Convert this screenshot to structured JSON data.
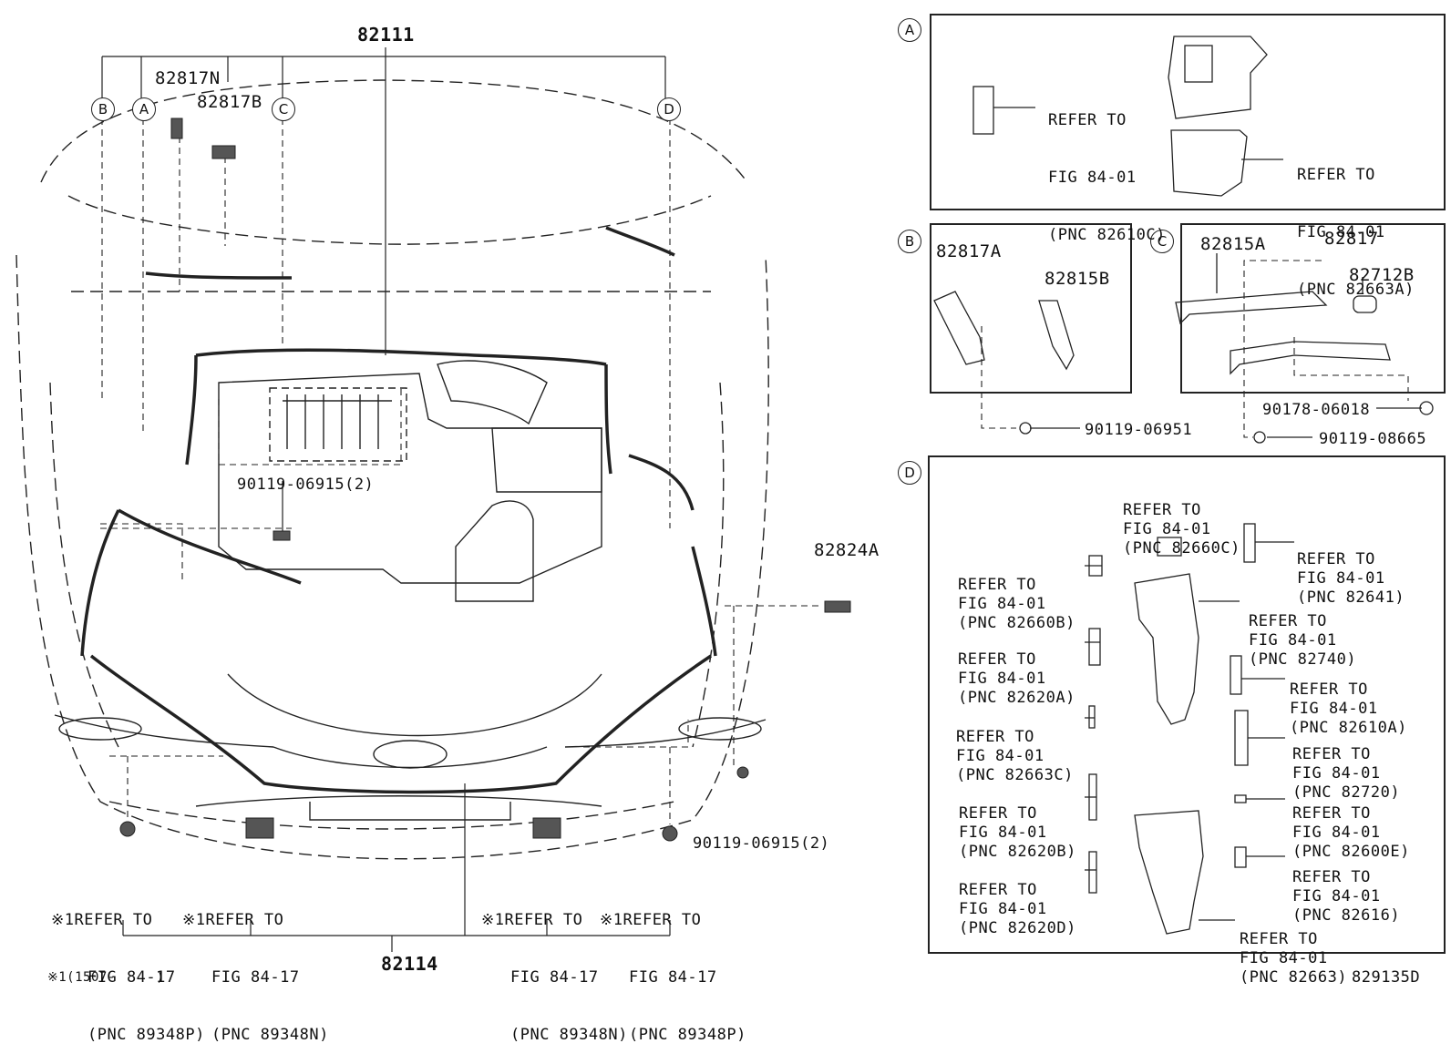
{
  "main": {
    "pn_82111": "82111",
    "pn_82817N": "82817N",
    "pn_82817B": "82817B",
    "pn_82824A": "82824A",
    "pn_82114": "82114",
    "bolt_center": "90119-06915(2)",
    "bolt_lower_right": "90119-06915(2)",
    "callouts": {
      "B": "B",
      "A": "A",
      "C": "C",
      "D": "D"
    },
    "clips": [
      {
        "prefix": "※1",
        "l1": "REFER TO",
        "l2": "FIG 84-17",
        "l3": "(PNC 89348P)"
      },
      {
        "prefix": "※1",
        "l1": "REFER TO",
        "l2": "FIG 84-17",
        "l3": "(PNC 89348N)"
      },
      {
        "prefix": "※1",
        "l1": "REFER TO",
        "l2": "FIG 84-17",
        "l3": "(PNC 89348N)"
      },
      {
        "prefix": "※1",
        "l1": "REFER TO",
        "l2": "FIG 84-17",
        "l3": "(PNC 89348P)"
      }
    ],
    "footnote": "※1(1507-     )",
    "diagram_code": "829135D"
  },
  "detail_a": {
    "label": "A",
    "refs": [
      {
        "l1": "REFER TO",
        "l2": "FIG 84-01",
        "l3": "(PNC 82610C)"
      },
      {
        "l1": "REFER TO",
        "l2": "FIG 84-01",
        "l3": "(PNC 82663A)"
      }
    ]
  },
  "detail_b": {
    "label": "B",
    "pn_1": "82817A",
    "pn_2": "82815B",
    "bolt": "90119-06951"
  },
  "detail_c": {
    "label": "C",
    "pn_1": "82815A",
    "pn_2": "82817",
    "pn_3": "82712B",
    "bolt_1": "90178-06018",
    "bolt_2": "90119-08665"
  },
  "detail_d": {
    "label": "D",
    "refs": [
      {
        "l1": "REFER TO",
        "l2": "FIG 84-01",
        "l3": "(PNC 82660C)"
      },
      {
        "l1": "REFER TO",
        "l2": "FIG 84-01",
        "l3": "(PNC 82641)"
      },
      {
        "l1": "REFER TO",
        "l2": "FIG 84-01",
        "l3": "(PNC 82660B)"
      },
      {
        "l1": "REFER TO",
        "l2": "FIG 84-01",
        "l3": "(PNC 82740)"
      },
      {
        "l1": "REFER TO",
        "l2": "FIG 84-01",
        "l3": "(PNC 82620A)"
      },
      {
        "l1": "REFER TO",
        "l2": "FIG 84-01",
        "l3": "(PNC 82610A)"
      },
      {
        "l1": "REFER TO",
        "l2": "FIG 84-01",
        "l3": "(PNC 82663C)"
      },
      {
        "l1": "REFER TO",
        "l2": "FIG 84-01",
        "l3": "(PNC 82720)"
      },
      {
        "l1": "REFER TO",
        "l2": "FIG 84-01",
        "l3": "(PNC 82620B)"
      },
      {
        "l1": "REFER TO",
        "l2": "FIG 84-01",
        "l3": "(PNC 82600E)"
      },
      {
        "l1": "REFER TO",
        "l2": "FIG 84-01",
        "l3": "(PNC 82620D)"
      },
      {
        "l1": "REFER TO",
        "l2": "FIG 84-01",
        "l3": "(PNC 82616)"
      },
      {
        "l1": "REFER TO",
        "l2": "FIG 84-01",
        "l3": "(PNC 82663)"
      }
    ]
  }
}
